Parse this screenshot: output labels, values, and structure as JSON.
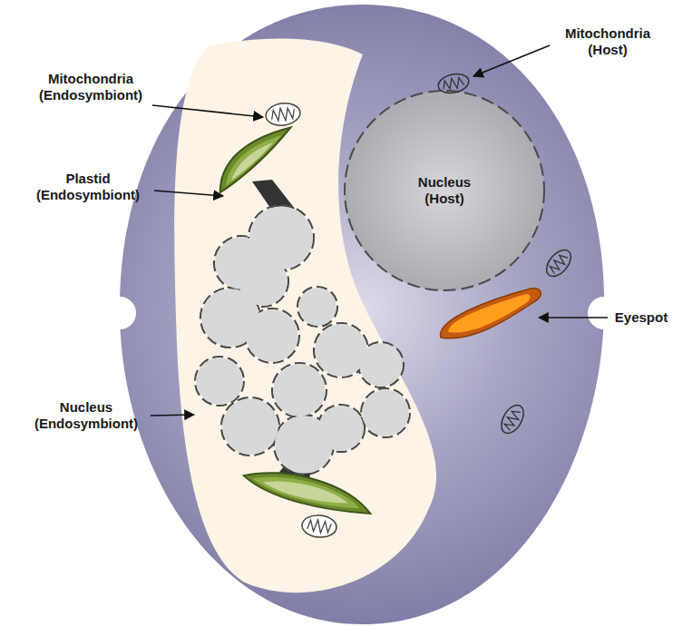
{
  "diagram": {
    "nodes": [
      {
        "text": [
          "Nucleus (Host)"
        ]
      }
    ],
    "labels": [
      "Mitochondria (Endosymbiont)",
      "Plastid (Endosymbiont)",
      "Nucleus (Endosymbiont)",
      "Mitochondria (Host)",
      "Eyespot"
    ]
  }
}
